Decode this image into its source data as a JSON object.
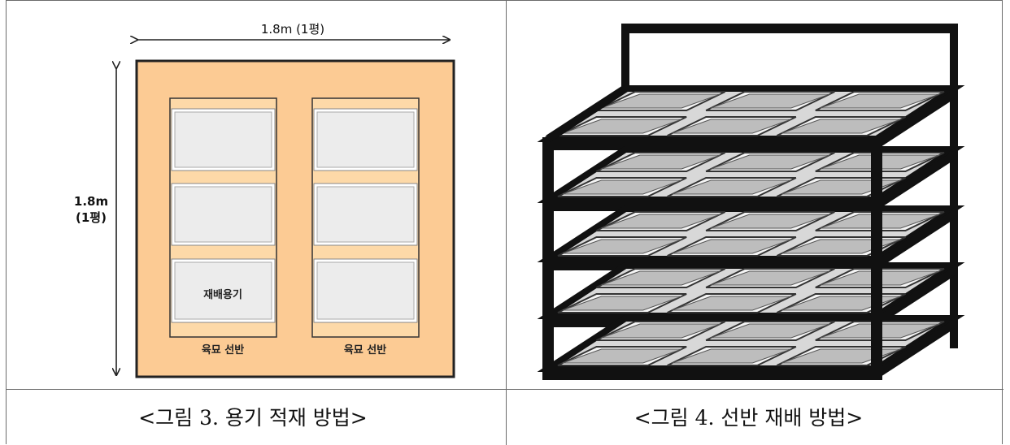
{
  "figure3": {
    "top_dimension": "1.8m (1평)",
    "side_dimension_line1": "1.8m",
    "side_dimension_line2": "(1평)",
    "container_label": "재배용기",
    "shelf_label_left": "육묘 선반",
    "shelf_label_right": "육묘 선반",
    "caption": "<그림 3. 용기 적재 방법>"
  },
  "figure4": {
    "caption": "<그림 4. 선반 재배 방법>"
  },
  "colors": {
    "floor_fill": "#fccb94",
    "shelf_fill": "#fdd9a8",
    "tray_fill": "#ececec",
    "rack_frame": "#111111"
  }
}
